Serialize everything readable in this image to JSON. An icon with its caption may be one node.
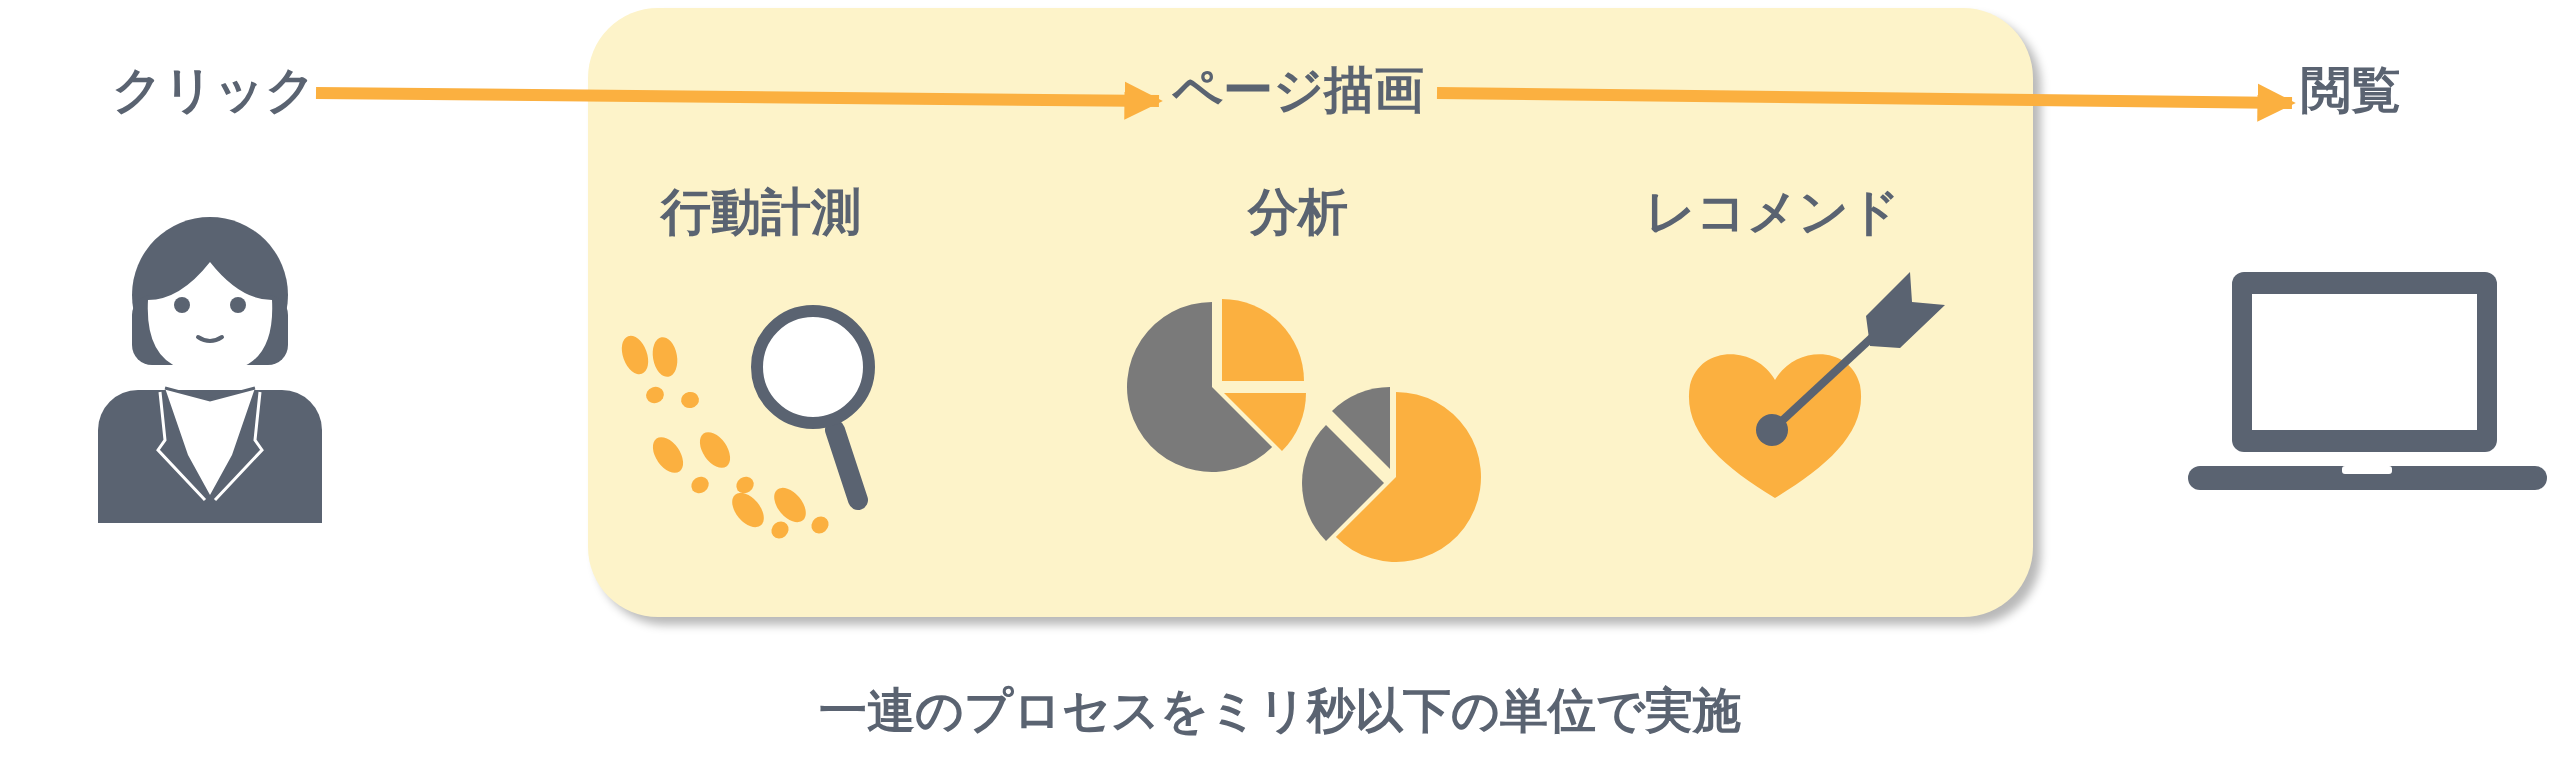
{
  "diagram": {
    "caption": "一連のプロセスをミリ秒以下の単位で実施",
    "nodes": [
      {
        "text": [
          "クリック"
        ]
      },
      {
        "text": [],
        "shape": "box"
      },
      {
        "text": [
          "ページ描画"
        ],
        "in": 1
      },
      {
        "text": [
          "行動計測"
        ],
        "in": 1
      },
      {
        "text": [
          "分析"
        ],
        "in": 1
      },
      {
        "text": [
          "レコメンド"
        ],
        "in": 1
      },
      {
        "text": [
          "閲覧"
        ]
      }
    ],
    "edges": [
      {
        "from": 0,
        "to": 2,
        "arrow": "to"
      },
      {
        "from": 2,
        "to": 6,
        "arrow": "to"
      }
    ]
  }
}
